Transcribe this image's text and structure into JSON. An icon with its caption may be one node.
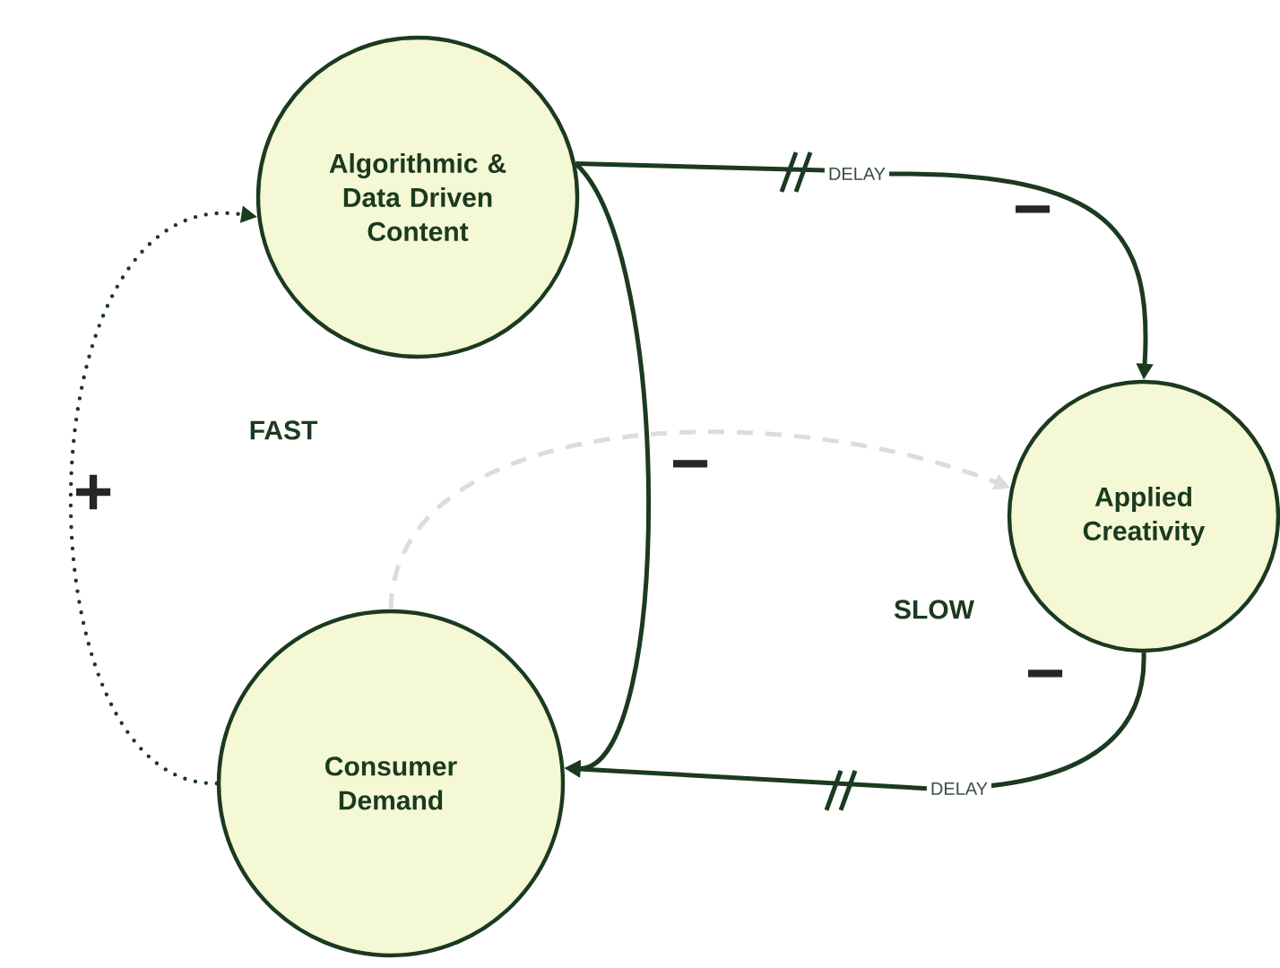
{
  "diagram": {
    "nodes": [
      {
        "text": [
          "Algorithmic & Data Driven Content"
        ]
      },
      {
        "text": [
          "Applied Creativity"
        ]
      },
      {
        "text": [
          "Consumer Demand"
        ]
      }
    ],
    "edges": [
      {
        "from": 0,
        "to": 1,
        "arrow": "to",
        "label": "DELAY"
      },
      {
        "from": 0,
        "to": 2,
        "arrow": "to"
      },
      {
        "from": 1,
        "to": 2,
        "arrow": "to",
        "label": "DELAY"
      },
      {
        "from": 2,
        "to": 0,
        "arrow": "to",
        "style": "dashed"
      },
      {
        "from": 2,
        "to": 1,
        "arrow": "to",
        "style": "dashed",
        "color": "#dcdcdc"
      }
    ],
    "labels": [
      "FAST",
      "SLOW",
      "+",
      "−",
      "−",
      "−"
    ]
  }
}
